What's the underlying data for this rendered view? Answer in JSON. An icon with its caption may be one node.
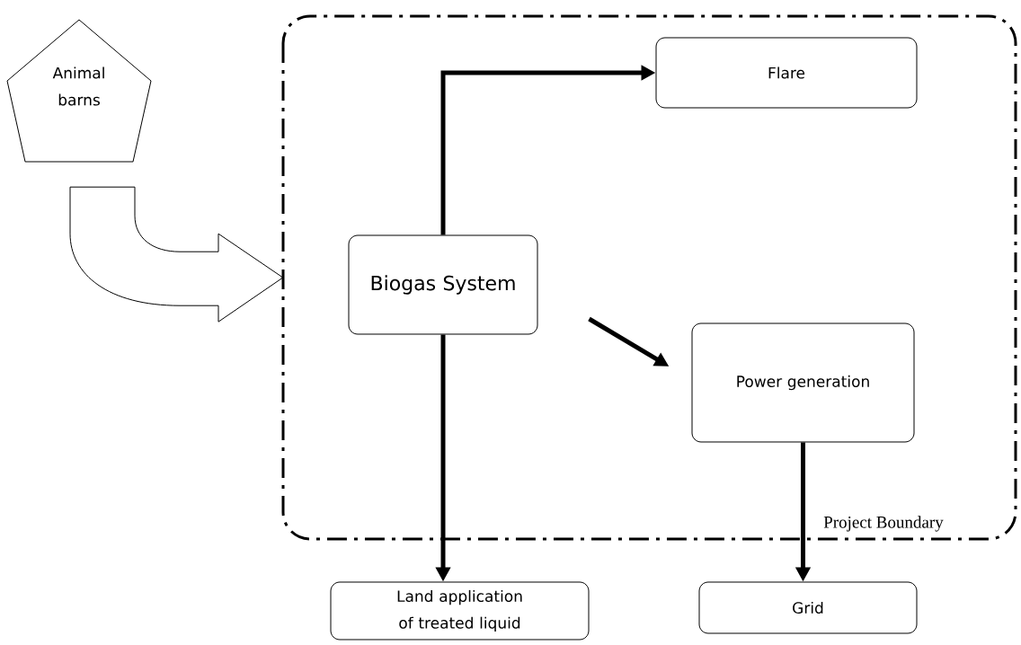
{
  "diagram": {
    "nodes": [
      {
        "text": [
          "Animal barns"
        ]
      },
      {
        "text": [
          "Project Boundary"
        ]
      },
      {
        "text": [
          "Flare"
        ],
        "in": 1
      },
      {
        "text": [
          "Biogas System"
        ],
        "in": 1
      },
      {
        "text": [
          "Power generation"
        ],
        "in": 1
      },
      {
        "text": [
          "Land application of treated liquid"
        ]
      },
      {
        "text": [
          "Grid"
        ]
      }
    ],
    "edges": [
      {
        "from": 0,
        "to": 1,
        "arrow": "to"
      },
      {
        "from": 3,
        "to": 2,
        "arrow": "to"
      },
      {
        "from": 3,
        "to": 4,
        "arrow": "to"
      },
      {
        "from": 3,
        "to": 5,
        "arrow": "to"
      },
      {
        "from": 4,
        "to": 6,
        "arrow": "to"
      }
    ]
  }
}
